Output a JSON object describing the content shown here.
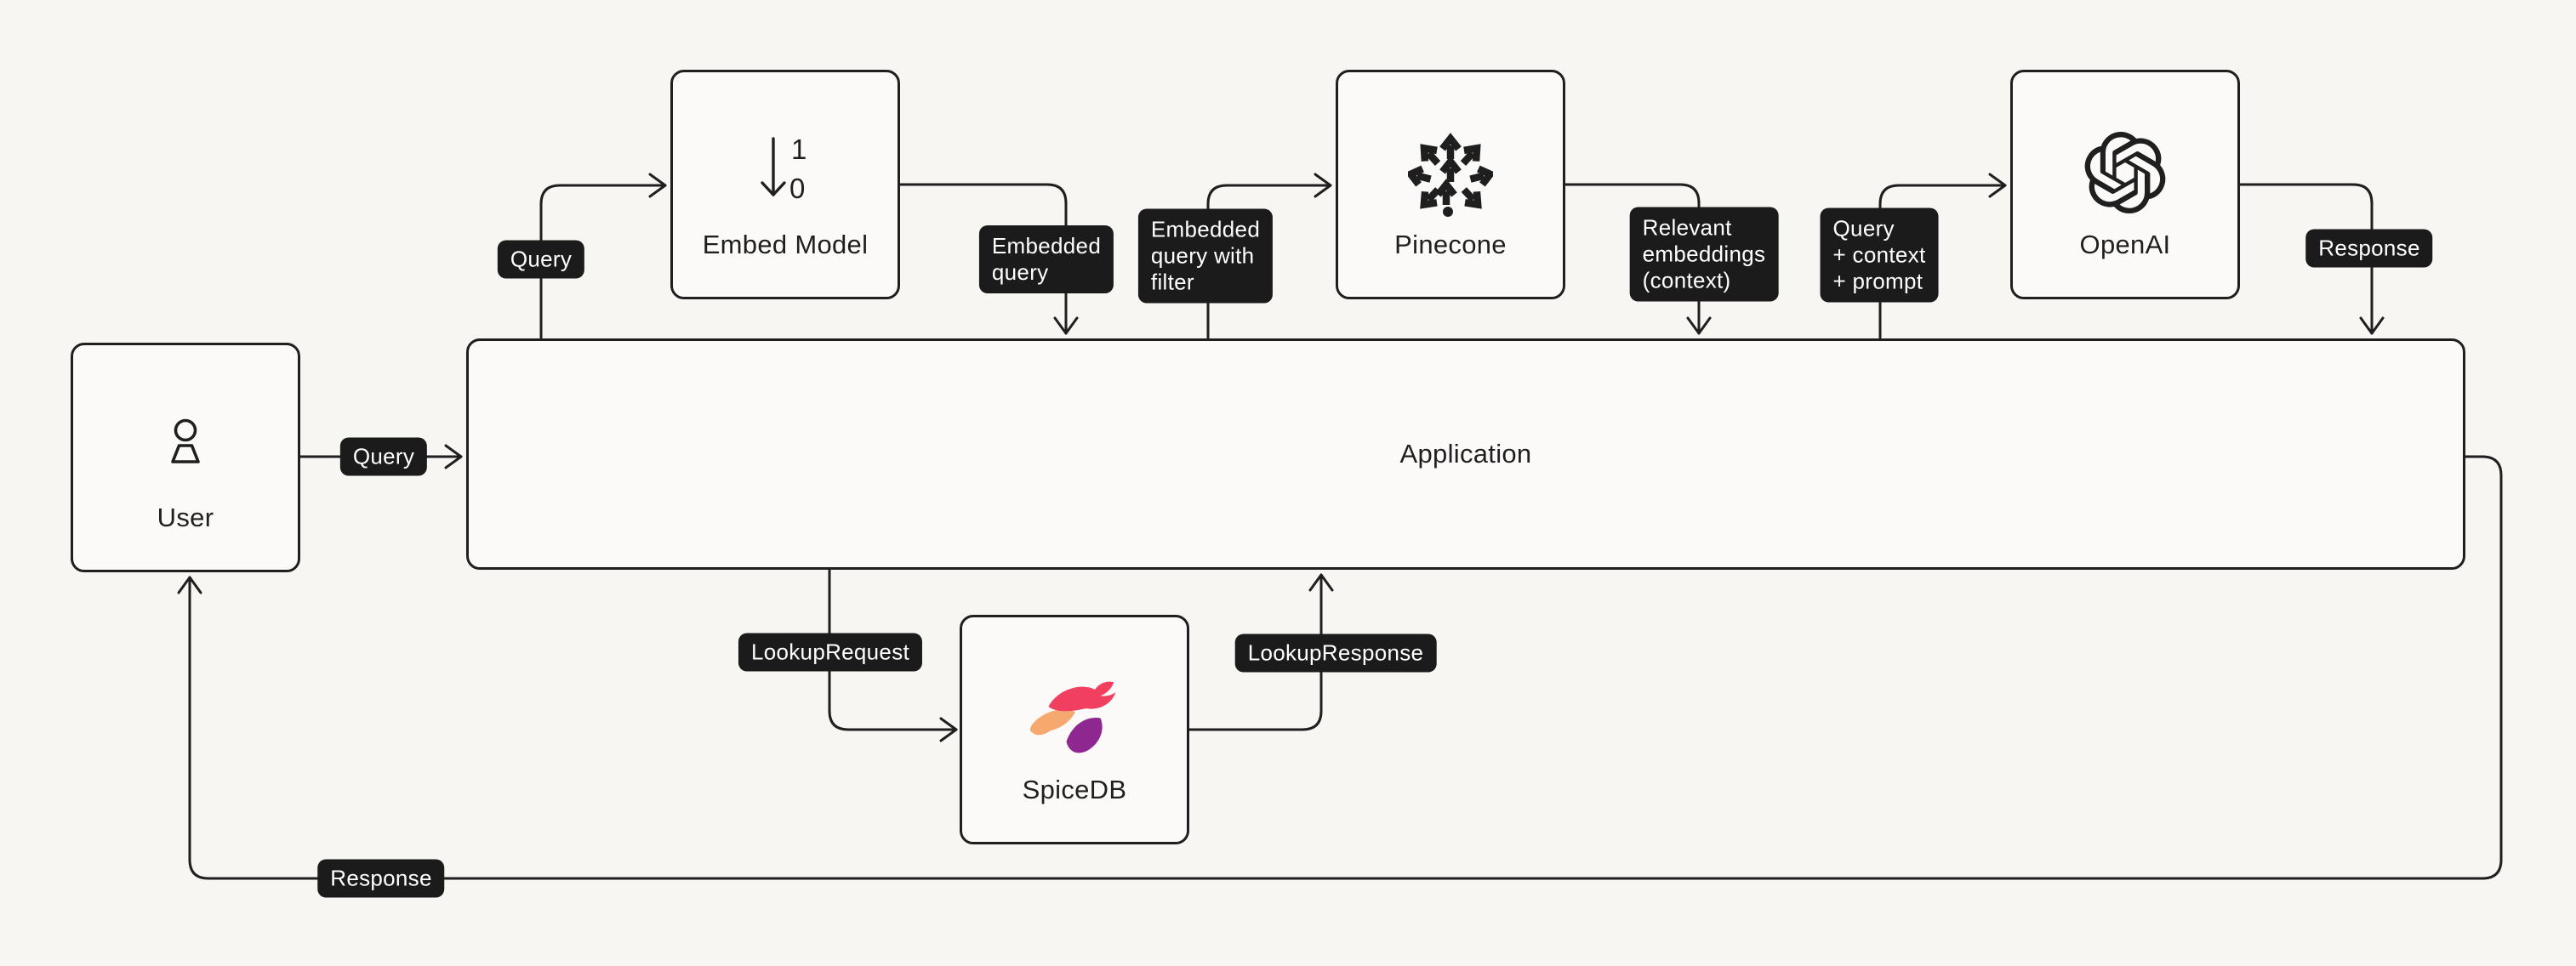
{
  "colors": {
    "background": "#f7f6f3",
    "line": "#1f1f1f",
    "node_background": "#fbfaf9",
    "pill_background": "#1b1b1b",
    "pill_text": "#ffffff",
    "spicedb_orange": "#f6a96e",
    "spicedb_red": "#f03f5f",
    "spicedb_purple": "#8f2790"
  },
  "nodes": {
    "user": {
      "label": "User"
    },
    "embed_model": {
      "label": "Embed Model",
      "icon_digit_top": "1",
      "icon_digit_bottom": "0"
    },
    "pinecone": {
      "label": "Pinecone"
    },
    "openai": {
      "label": "OpenAI"
    },
    "application": {
      "label": "Application"
    },
    "spicedb": {
      "label": "SpiceDB"
    }
  },
  "edge_labels": {
    "user_to_app": "Query",
    "app_to_embed": "Query",
    "embed_to_app": "Embedded\nquery",
    "app_to_pinecone": "Embedded\nquery with\nfilter",
    "pinecone_to_app": "Relevant\nembeddings\n(context)",
    "app_to_openai": "Query\n+ context\n+ prompt",
    "openai_to_app": "Response",
    "app_to_spicedb": "LookupRequest",
    "spicedb_to_app": "LookupResponse",
    "app_to_user": "Response"
  }
}
